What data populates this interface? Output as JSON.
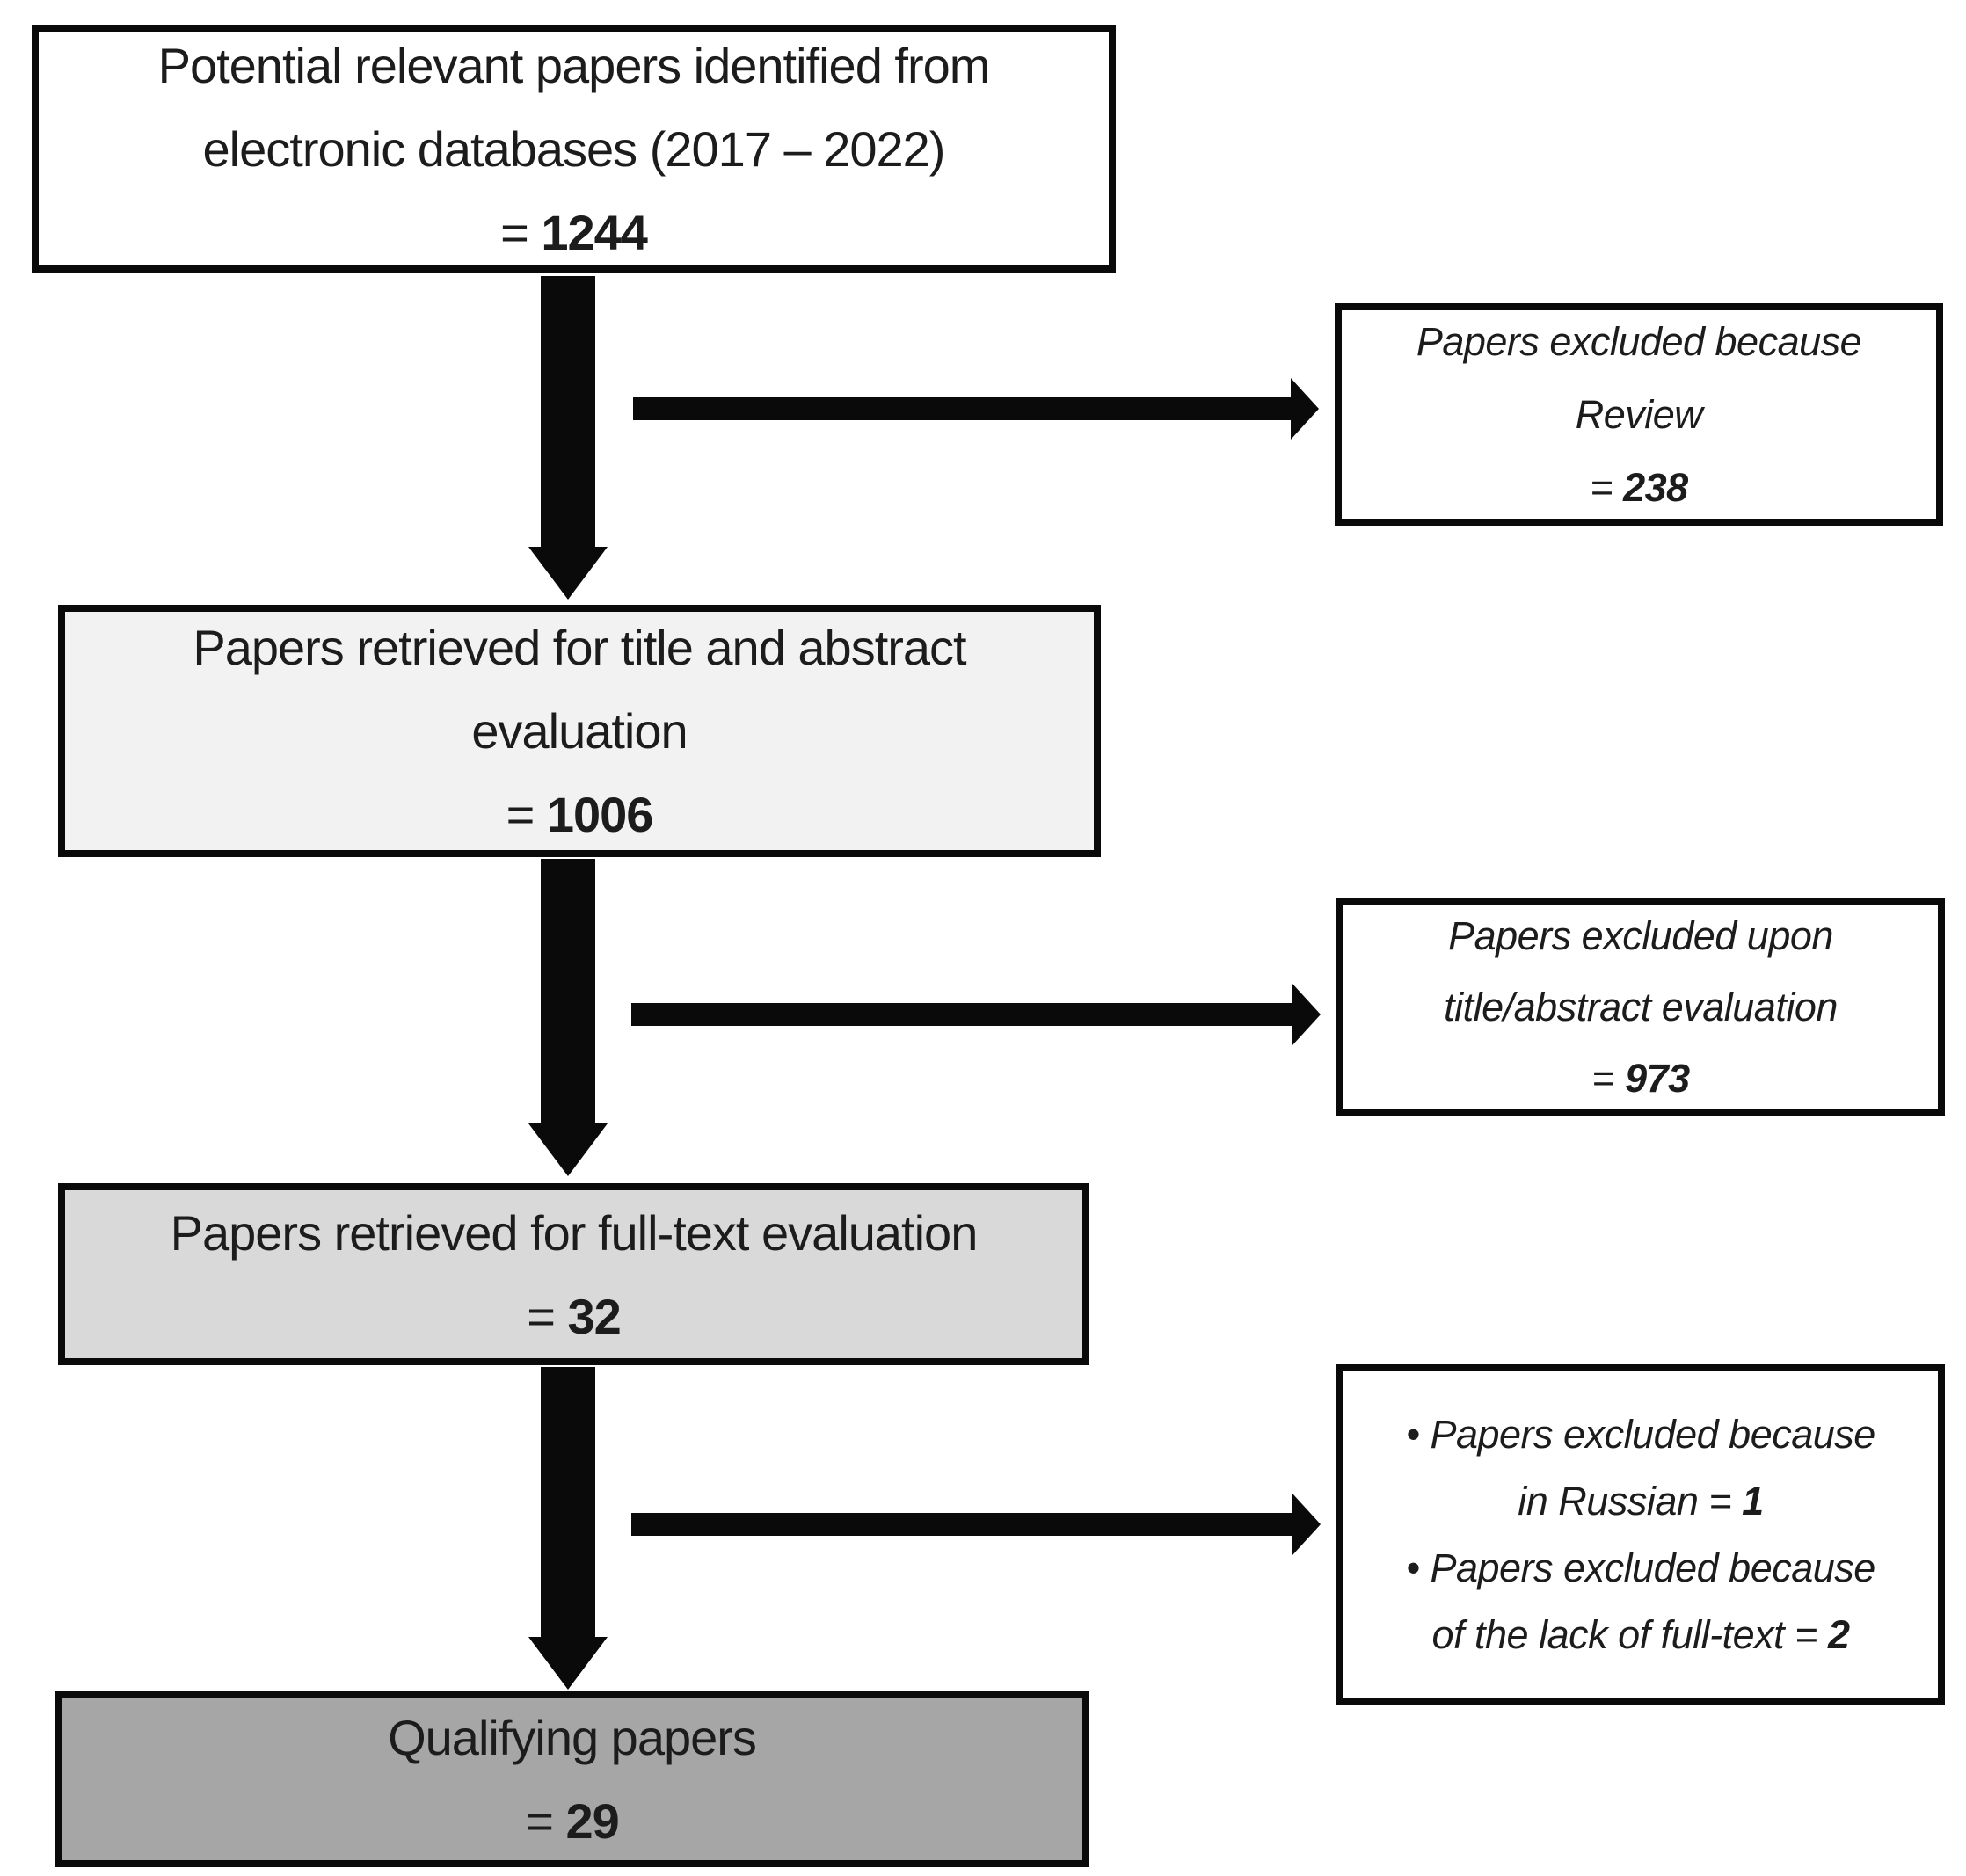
{
  "colors": {
    "box1_bg": "#ffffff",
    "box2_bg": "#f2f2f2",
    "box3_bg": "#d9d9d9",
    "box4_bg": "#a6a6a6",
    "border": "#0a0a0a",
    "arrow": "#0a0a0a"
  },
  "flow": {
    "boxes": [
      {
        "lines": [
          "Potential relevant papers identified from",
          "electronic databases (2017 – 2022)"
        ],
        "eq": "= ",
        "value": "1244"
      },
      {
        "lines": [
          "Papers retrieved for title and abstract",
          "evaluation"
        ],
        "eq": "= ",
        "value": "1006"
      },
      {
        "lines": [
          "Papers retrieved for full-text evaluation"
        ],
        "eq": "= ",
        "value": "32"
      },
      {
        "lines": [
          "Qualifying papers"
        ],
        "eq": "= ",
        "value": "29"
      }
    ],
    "side_boxes": [
      {
        "lines": [
          "Papers excluded because",
          "Review"
        ],
        "eq": "= ",
        "value": "238"
      },
      {
        "lines": [
          "Papers excluded upon",
          "title/abstract evaluation"
        ],
        "eq": "= ",
        "value": "973"
      },
      {
        "items": [
          {
            "bullet": "• ",
            "text": "Papers excluded because in Russian = ",
            "value": "1"
          },
          {
            "bullet": "• ",
            "text": "Papers excluded because of the lack of full-text = ",
            "value": "2"
          }
        ]
      }
    ]
  }
}
